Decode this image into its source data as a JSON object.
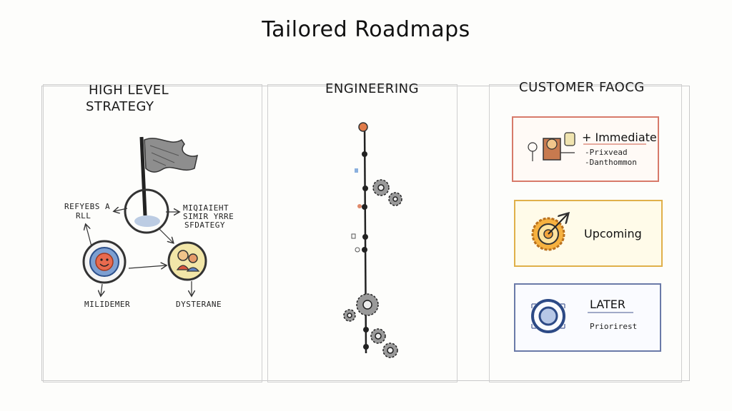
{
  "title": "Tailored Roadmaps",
  "panels": {
    "strategy": {
      "heading_line1": "HIGH LEVEL",
      "heading_line2": "STRATEGY",
      "label_left_1": "REFYEBS A",
      "label_left_2": "RLL",
      "label_right_1": "MIQIAIEHT",
      "label_right_2": "SIMIR YRRE",
      "label_right_3": "SFDATEGY",
      "label_bottom_left": "MILIDEMER",
      "label_bottom_right": "DYSTERANE"
    },
    "engineering": {
      "heading": "ENGINEERING"
    },
    "customer": {
      "heading": "CUSTOMER FAOCG",
      "cards": [
        {
          "title": "+ Immediate",
          "sub_1": "-Prixvead",
          "sub_2": "-Danthommon"
        },
        {
          "title": "Upcoming"
        },
        {
          "title": "LATER",
          "sub_1": "Priorirest"
        }
      ]
    }
  },
  "colors": {
    "immediate": "#d77a6a",
    "upcoming": "#e0b04a",
    "later": "#6a7aa8",
    "ink": "#1c1c1c"
  },
  "icons": [
    "flag-icon",
    "smiley-icon",
    "people-icon",
    "gear-icon",
    "target-icon",
    "ring-icon",
    "person-icon"
  ]
}
